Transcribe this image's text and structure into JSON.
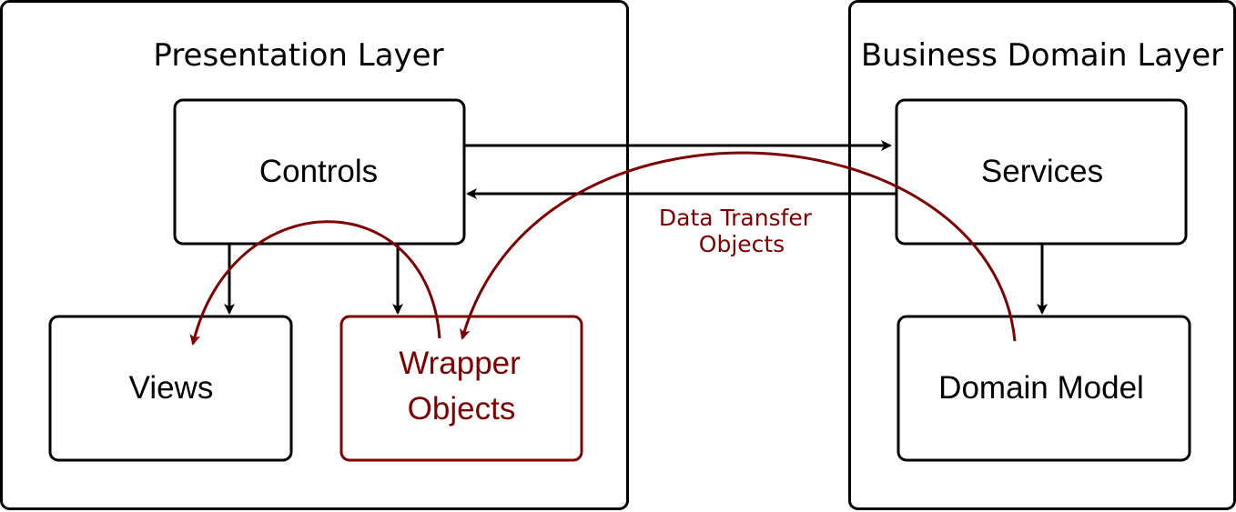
{
  "layers": {
    "presentation": {
      "title": "Presentation Layer",
      "controls": "Controls",
      "views": "Views",
      "wrapper_line1": "Wrapper",
      "wrapper_line2": "Objects"
    },
    "business": {
      "title": "Business Domain Layer",
      "services": "Services",
      "domain_model": "Domain Model"
    }
  },
  "annotation": {
    "line1": "Data Transfer",
    "line2": "Objects"
  },
  "colors": {
    "stroke": "#000000",
    "accent": "#7f0000"
  }
}
